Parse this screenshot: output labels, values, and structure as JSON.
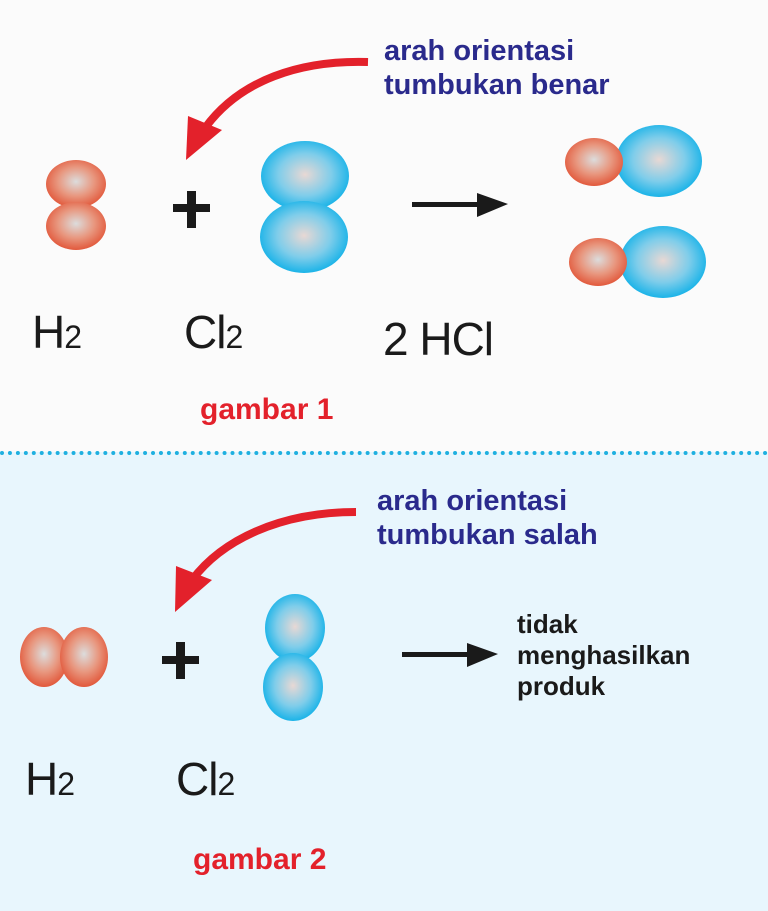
{
  "figure1": {
    "annotation_line1": "arah orientasi",
    "annotation_line2": "tumbukan benar",
    "reactant1": {
      "symbol": "H",
      "subscript": "2"
    },
    "plus": "+",
    "reactant2": {
      "symbol": "Cl",
      "subscript": "2"
    },
    "product": "2 HCl",
    "caption": "gambar 1"
  },
  "figure2": {
    "annotation_line1": "arah orientasi",
    "annotation_line2": "tumbukan salah",
    "reactant1": {
      "symbol": "H",
      "subscript": "2"
    },
    "plus": "+",
    "reactant2": {
      "symbol": "Cl",
      "subscript": "2"
    },
    "result_line1": "tidak",
    "result_line2": "menghasilkan",
    "result_line3": "produk",
    "caption": "gambar 2"
  },
  "colors": {
    "hydrogen_atom": "#e8674a",
    "chlorine_atom": "#1cb4e6",
    "orientation_arrow": "#e3212b",
    "annotation_text": "#2a2a8c",
    "caption_text": "#e3212b",
    "divider": "#1fb0e0",
    "panel2_background": "#e8f6fd"
  }
}
